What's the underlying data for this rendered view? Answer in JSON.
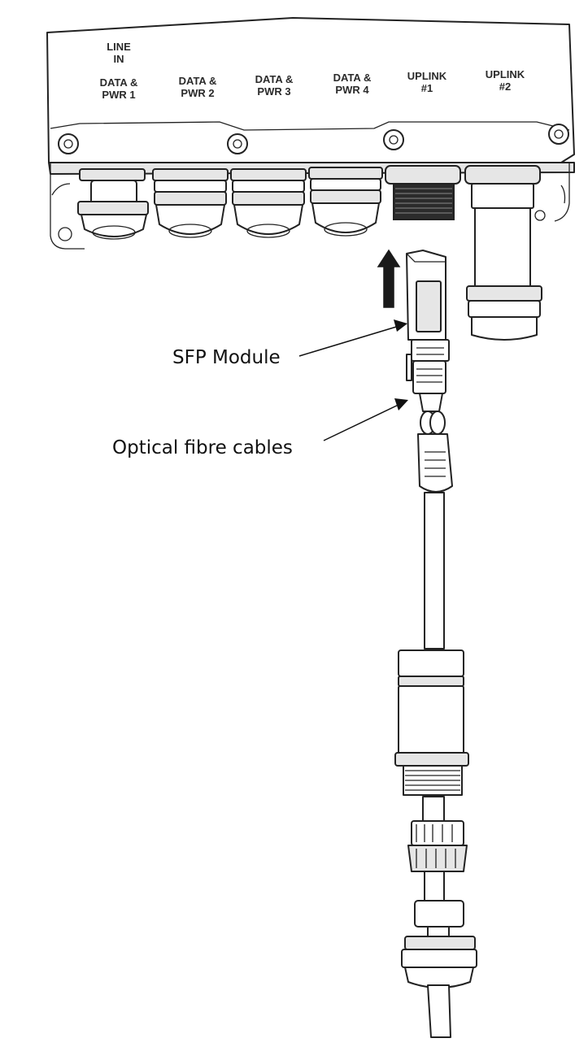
{
  "ports": [
    {
      "id": "line-in",
      "top": "LINE",
      "bottom": "IN"
    },
    {
      "id": "data-pwr-1",
      "top": "DATA &",
      "bottom": "PWR 1"
    },
    {
      "id": "data-pwr-2",
      "top": "DATA &",
      "bottom": "PWR 2"
    },
    {
      "id": "data-pwr-3",
      "top": "DATA &",
      "bottom": "PWR 3"
    },
    {
      "id": "data-pwr-4",
      "top": "DATA &",
      "bottom": "PWR 4"
    },
    {
      "id": "uplink-1",
      "top": "UPLINK",
      "bottom": "#1"
    },
    {
      "id": "uplink-2",
      "top": "UPLINK",
      "bottom": "#2"
    }
  ],
  "callouts": {
    "sfp_module": "SFP Module",
    "optical_fibre_cables": "Optical fibre cables"
  },
  "colors": {
    "line": "#222222",
    "fill": "#ffffff",
    "shade": "#e6e6e6",
    "arrow": "#1a1a1a"
  }
}
